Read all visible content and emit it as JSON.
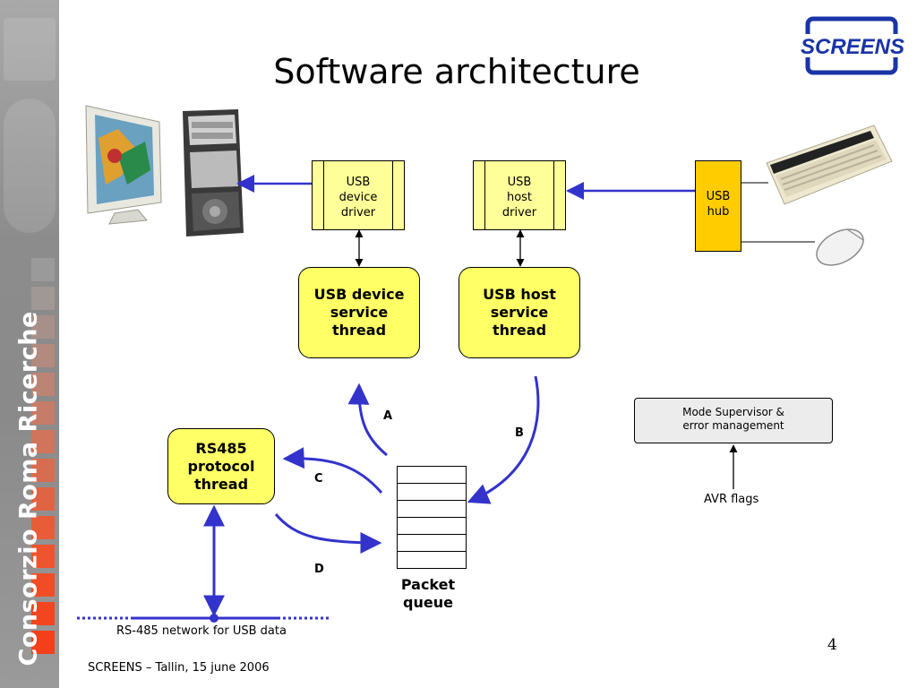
{
  "slide": {
    "title": "Software architecture",
    "logo_text": "SCREENS",
    "side_text": "Consorzio Roma Ricerche",
    "footer": "SCREENS – Tallin, 15 june 2006",
    "page_number": "4"
  },
  "nodes": {
    "usb_device_driver": [
      "USB",
      "device",
      "driver"
    ],
    "usb_host_driver": [
      "USB",
      "host",
      "driver"
    ],
    "usb_hub": [
      "USB",
      "hub"
    ],
    "usb_device_thread": [
      "USB device",
      "service",
      "thread"
    ],
    "usb_host_thread": [
      "USB host",
      "service",
      "thread"
    ],
    "rs485_thread": [
      "RS485",
      "protocol",
      "thread"
    ],
    "mode_supervisor": [
      "Mode Supervisor &",
      "error management"
    ],
    "packet_queue": [
      "Packet",
      "queue"
    ]
  },
  "labels": {
    "a": "A",
    "b": "B",
    "c": "C",
    "d": "D",
    "avr_flags": "AVR flags",
    "rs485_network": "RS-485 network for USB data"
  },
  "colors": {
    "thread_fill": "#ffff66",
    "driver_fill": "#ffff99",
    "hub_fill": "#ffcc00",
    "arrow_blue": "#3333cc",
    "logo_blue": "#1a33a6"
  },
  "images": [
    "monitor-icon",
    "pc-tower-icon",
    "keyboard-icon",
    "mouse-icon"
  ]
}
